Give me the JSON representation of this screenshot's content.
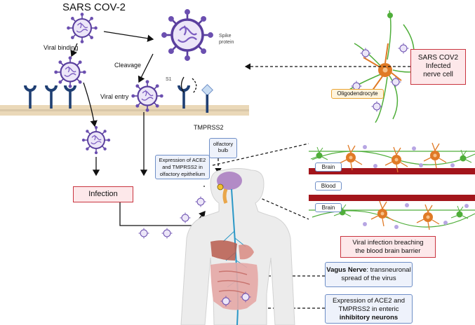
{
  "title": "SARS COV-2",
  "labels": {
    "viral_binding": "Viral binding",
    "spike_protein": "Spike\nprotein",
    "cleavage": "Cleavage",
    "s1": "S1",
    "viral_entry": "Viral entry",
    "tmprss2": "TMPRSS2",
    "olfactory_bulb": "olfactory\nbulb",
    "oligodendrocyte": "Oligodendrocyte",
    "brain_top": "Brain",
    "blood": "Blood",
    "brain_bottom": "Brain"
  },
  "boxes": {
    "infected_nerve": "SARS COV2\nInfected\nnerve cell",
    "infection": "Infection",
    "ace2_olfactory": "Expression of ACE2\nand TMPRSS2 in\nolfactory epithelium",
    "bbb": "Viral infection breaching\nthe blood brain barrier",
    "vagus_bold": "Vagus Nerve",
    "vagus_rest": ": transneuronal\nspread of the virus",
    "enteric_text": "Expression of ACE2 and\nTMPRSS2 in enteric",
    "enteric_bold": "inhibitory neurons"
  },
  "colors": {
    "virus": "#7b5cc0",
    "virus_spike": "#5a3f9e",
    "receptor": "#1f3f73",
    "tmprss2": "#c9ddf3",
    "membrane": "#d9c7a8",
    "nerve_orange": "#e07a26",
    "nerve_green": "#4fae3a",
    "blood_vessel": "#a3151b",
    "vagus": "#2b98c7",
    "box_red": "#c9343f",
    "box_blue": "#6f8fc7"
  },
  "icons": [
    "virus-icon",
    "ace2-receptor-icon",
    "tmprss2-icon",
    "cell-membrane",
    "human-body-silhouette",
    "neuron-icon",
    "blood-vessel-icon"
  ]
}
